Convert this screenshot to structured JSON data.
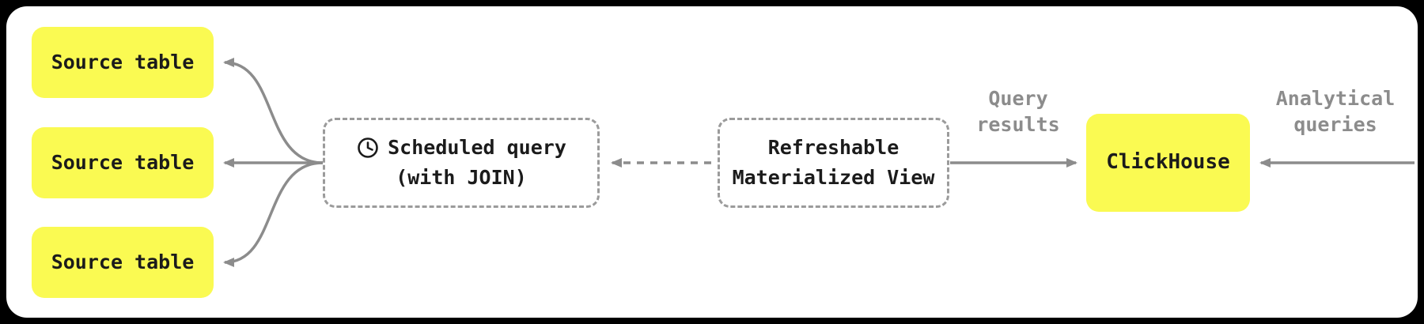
{
  "diagram": {
    "source_tables": [
      {
        "label": "Source table"
      },
      {
        "label": "Source table"
      },
      {
        "label": "Source table"
      }
    ],
    "scheduled_query": {
      "line1": "Scheduled query",
      "line2": "(with JOIN)",
      "icon": "clock-icon"
    },
    "materialized_view": {
      "line1": "Refreshable",
      "line2": "Materialized View"
    },
    "clickhouse": {
      "label": "ClickHouse"
    },
    "flow_labels": {
      "query_results_line1": "Query",
      "query_results_line2": "results",
      "analytical_line1": "Analytical",
      "analytical_line2": "queries"
    },
    "colors": {
      "background_black": "#000000",
      "canvas_white": "#ffffff",
      "node_yellow": "#FAFA52",
      "dashed_border_gray": "#9b9b9b",
      "arrow_gray": "#8c8c8c",
      "label_gray": "#8c8c8c",
      "text_black": "#1b1b1b"
    }
  }
}
